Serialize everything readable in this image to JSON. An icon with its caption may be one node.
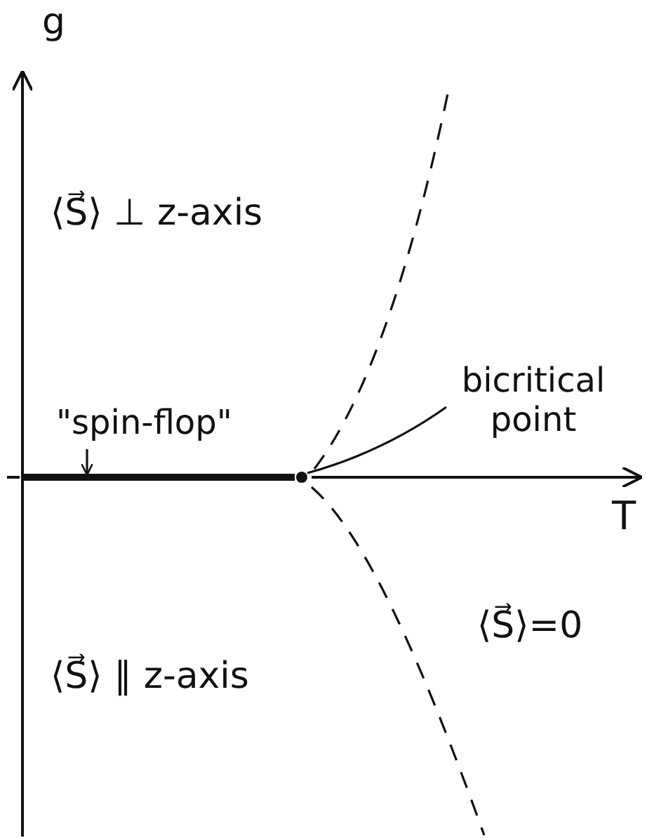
{
  "diagram": {
    "nodes": [
      {
        "text": [
          "bicritical point"
        ]
      },
      {
        "text": [],
        "shape": "circle"
      },
      {
        "text": [
          "\"spin-flop\""
        ]
      },
      {
        "text": [],
        "shape": "bar"
      }
    ],
    "edges": [
      {
        "from": 0,
        "to": 1,
        "arrow": "none"
      },
      {
        "from": 2,
        "to": 3,
        "arrow": "to"
      }
    ],
    "labels": [
      "g",
      "⟨S⃗⟩ ⊥ z-axis",
      "T",
      "⟨S⃗⟩=0",
      "⟨S⃗⟩ ∥ z-axis"
    ]
  }
}
